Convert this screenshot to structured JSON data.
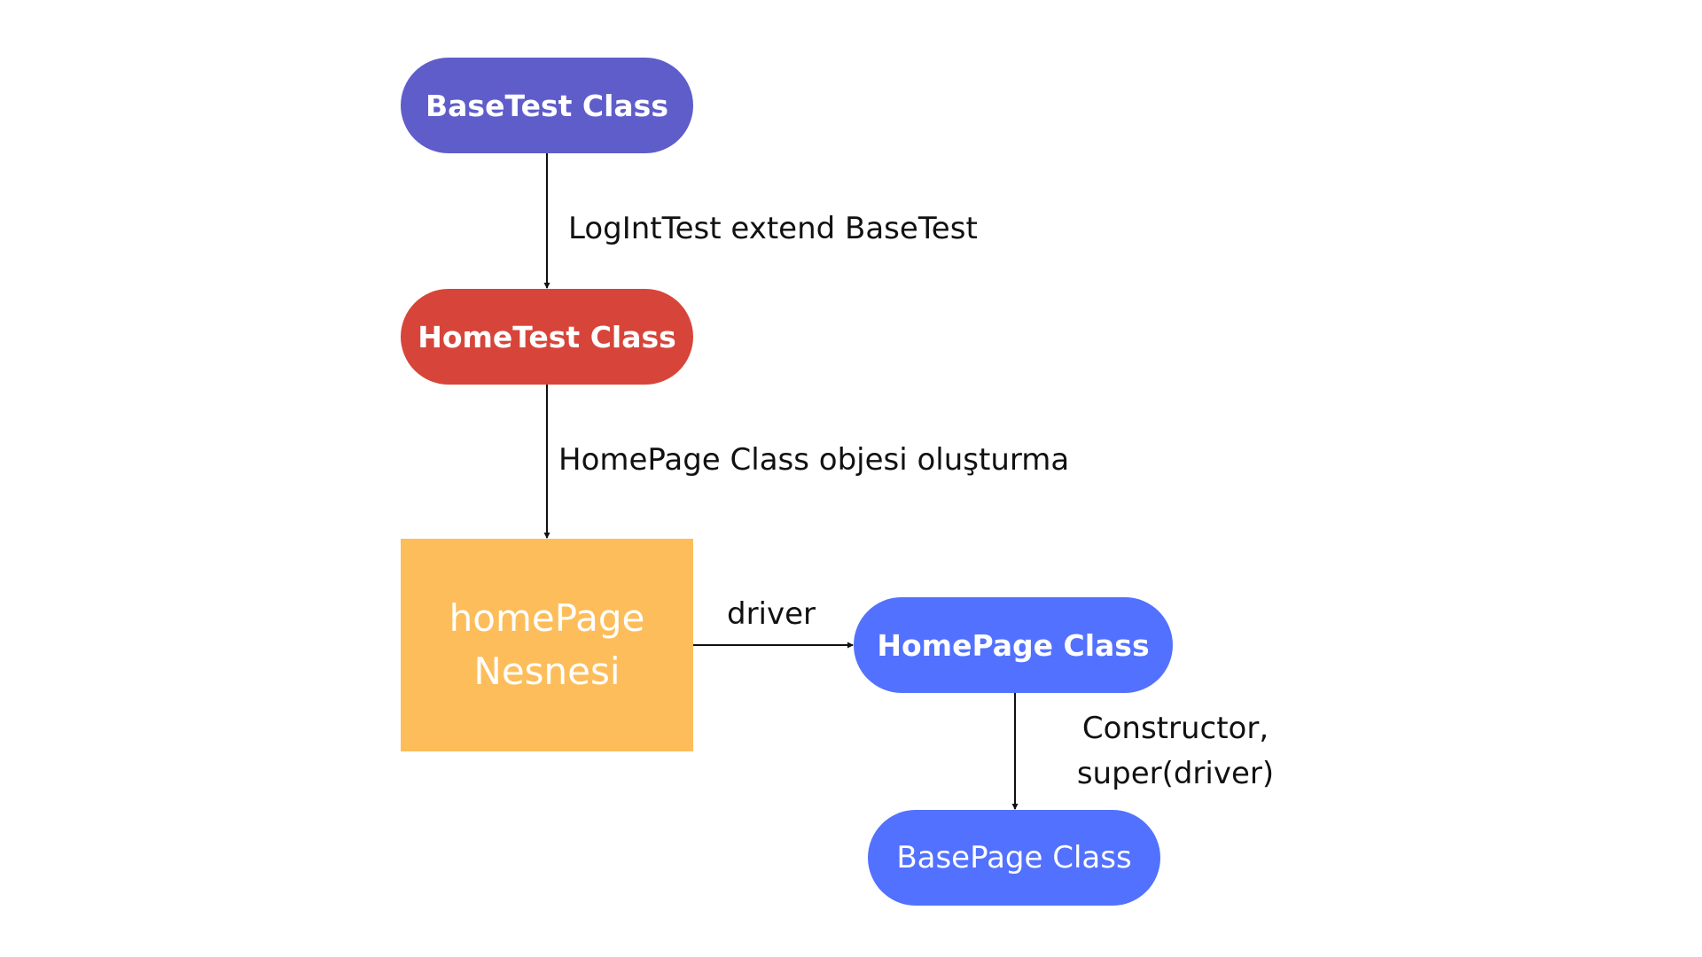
{
  "nodes": {
    "base_test": "BaseTest Class",
    "home_test": "HomeTest Class",
    "home_page_object_line1": "homePage",
    "home_page_object_line2": "Nesnesi",
    "home_page_class": "HomePage Class",
    "base_page_class": "BasePage Class"
  },
  "edges": {
    "extend_label": "LogIntTest extend BaseTest",
    "create_label": "HomePage Class objesi oluşturma",
    "driver_label": "driver",
    "constructor_label_line1": "Constructor,",
    "constructor_label_line2": "super(driver)"
  },
  "colors": {
    "base_test": "#5f5dca",
    "home_test": "#d7453a",
    "home_page_object": "#fdbd5a",
    "home_page_class": "#5271ff",
    "base_page_class": "#5271ff"
  }
}
